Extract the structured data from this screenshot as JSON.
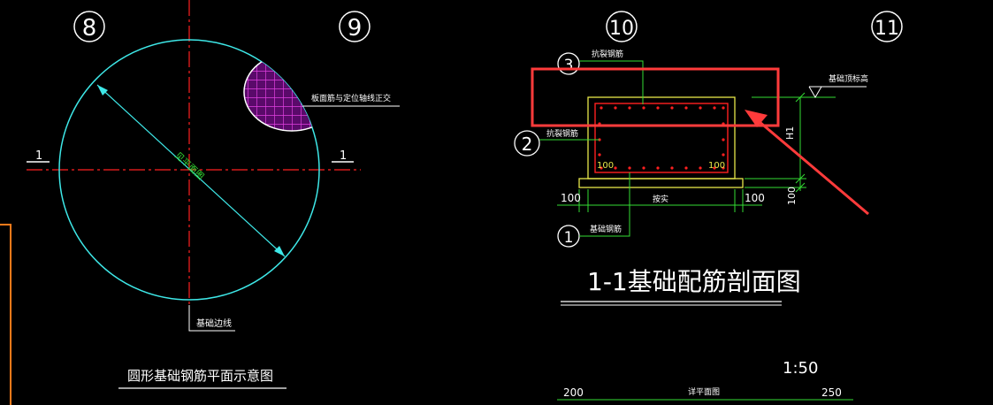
{
  "colors": {
    "background": "#000000",
    "white": "#ffffff",
    "red": "#ff2020",
    "cyan": "#3ee8e8",
    "green": "#33dd33",
    "yellow": "#e8e84a",
    "magenta": "#e040e0",
    "highlight": "#ff3b3b",
    "orange": "#ff7a1a"
  },
  "grid_axes": {
    "a8": "8",
    "a9": "9",
    "a10": "10",
    "a11": "11"
  },
  "plan": {
    "diameter_label": "见平面图",
    "section_mark_left": "1",
    "section_mark_right": "1",
    "overlap_note": "板面筋与定位轴线正交",
    "foundation_edge_note": "基础边线",
    "title": "圆形基础钢筋平面示意图"
  },
  "section": {
    "callout_3": "3",
    "callout_3_text": "抗裂钢筋",
    "callout_2": "2",
    "callout_2_text": "抗裂钢筋",
    "callout_1": "1",
    "callout_1_text": "基础钢筋",
    "elevation_note": "基础顶标高",
    "cover_left": "100",
    "cover_right": "100",
    "dim_left": "100",
    "dim_mid": "按实",
    "dim_right": "100",
    "dim_height": "H1",
    "dim_bottom": "100",
    "title": "1-1基础配筋剖面图",
    "scale": "1:50"
  },
  "bottom_dims": {
    "left": "200",
    "mid": "详平面图",
    "right": "250"
  }
}
